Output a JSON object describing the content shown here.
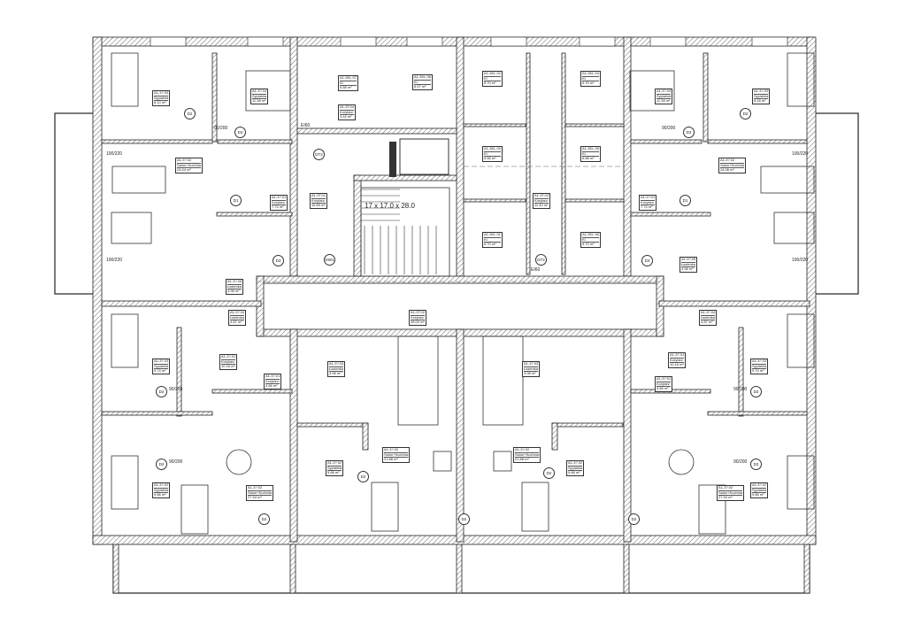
{
  "drawing": {
    "stair_label": "17 x 17.0 x 28.0",
    "rooms": [
      {
        "id": "A1-3?.03",
        "name": "Sypialnia",
        "area": "8.10 m²"
      },
      {
        "id": "A1-3?.04",
        "name": "Sypialnia",
        "area": "11.38 m²"
      },
      {
        "id": "A1-3KL.07",
        "name": "Kl.",
        "area": "5.88 m²"
      },
      {
        "id": "A1-3KL.08",
        "name": "Kl.",
        "area": "5.57 m²"
      },
      {
        "id": "A1-3T.04",
        "name": "Korytarz",
        "area": "4.44 m²"
      },
      {
        "id": "A1-3T.01",
        "name": "Korytarz",
        "area": "15.80 m²"
      },
      {
        "id": "A1-3KL.02",
        "name": "Kl.",
        "area": "5.70 m²"
      },
      {
        "id": "A1-3KL.04",
        "name": "Kl.",
        "area": "5.70 m²"
      },
      {
        "id": "A1-3KL.03",
        "name": "Kl.",
        "area": "5.88 m²"
      },
      {
        "id": "A1-3KL.05",
        "name": "Kl.",
        "area": "5.88 m²"
      },
      {
        "id": "A1-3T.03",
        "name": "Korytarz",
        "area": "11.40 m²"
      },
      {
        "id": "A1-3KL.01",
        "name": "Kl.",
        "area": "5.70 m²"
      },
      {
        "id": "A1-3KL.06",
        "name": "Kl.",
        "area": "5.70 m²"
      },
      {
        "id": "A1-3?.03",
        "name": "Sypialnia",
        "area": "11.38 m²"
      },
      {
        "id": "A1-3?.03",
        "name": "Sypialnia",
        "area": "8.18 m²"
      },
      {
        "id": "A1-3?.02",
        "name": "Salon+Kuchnia",
        "area": "24.04 m²"
      },
      {
        "id": "A1-3?.02",
        "name": "Salon+Kuchnia",
        "area": "24.06 m²"
      },
      {
        "id": "A1-3?.01",
        "name": "Korytarz",
        "area": "7.74 m²"
      },
      {
        "id": "A1-3?.01",
        "name": "Korytarz",
        "area": "7.74 m²"
      },
      {
        "id": "A1-3?.05",
        "name": "Łazienka",
        "area": "3.98 m²"
      },
      {
        "id": "A1-3?.05",
        "name": "Łazienka",
        "area": "3.98 m²"
      },
      {
        "id": "A1-3T.02",
        "name": "Korytarz",
        "area": "28.00 m²"
      },
      {
        "id": "A1-3?.03",
        "name": "Sypialnia",
        "area": "9.74 m²"
      },
      {
        "id": "A1-3?.03",
        "name": "Sypialnia",
        "area": "9.74 m²"
      },
      {
        "id": "A1-3?.04",
        "name": "Łazienka",
        "area": "4.87 m²"
      },
      {
        "id": "A1-3?.04",
        "name": "Łazienka",
        "area": "4.87 m²"
      },
      {
        "id": "A1-3?.03",
        "name": "Łazienka",
        "area": "3.98 m²"
      },
      {
        "id": "A1-3?.01",
        "name": "Korytarz",
        "area": "3.66 m²"
      },
      {
        "id": "A1-3?.03",
        "name": "Łazienka",
        "area": "3.98 m²"
      },
      {
        "id": "A1-3?.01",
        "name": "Korytarz",
        "area": "3.66 m²"
      },
      {
        "id": "A1-3?.01",
        "name": "Korytarz",
        "area": "10.16 m²"
      },
      {
        "id": "A1-3?.01",
        "name": "Korytarz",
        "area": "10.16 m²"
      },
      {
        "id": "A1-3?.02",
        "name": "Sypialnia",
        "area": "9.86 m²"
      },
      {
        "id": "A1-3?.02",
        "name": "Sypialnia",
        "area": "9.86 m²"
      },
      {
        "id": "A1-3?.02",
        "name": "Salon+Kuchnia",
        "area": "27.94 m²"
      },
      {
        "id": "A1-3?.02",
        "name": "Salon+Kuchnia",
        "area": "27.94 m²"
      },
      {
        "id": "A1-3?.02",
        "name": "Sypialnia",
        "area": "9.88 m²"
      },
      {
        "id": "A1-3?.02",
        "name": "Salon+Kuchnia",
        "area": "21.88 m²"
      },
      {
        "id": "A1-3?.02",
        "name": "Salon+Kuchnia",
        "area": "21.88 m²"
      },
      {
        "id": "A1-3?.02",
        "name": "Sypialnia",
        "area": "9.88 m²"
      }
    ],
    "doors": [
      "D2",
      "D3",
      "D1",
      "D3",
      "DT2",
      "DW1",
      "DT2",
      "D3",
      "D1",
      "D3",
      "D2",
      "D2",
      "D2",
      "D2",
      "D2",
      "D2",
      "D2",
      "D2",
      "D2",
      "D2"
    ],
    "dims": [
      "90/200",
      "100/220",
      "100/220",
      "EI60",
      "90/200",
      "100/220",
      "100/220",
      "EI60",
      "90/200",
      "90/200",
      "90/200",
      "90/200"
    ]
  }
}
